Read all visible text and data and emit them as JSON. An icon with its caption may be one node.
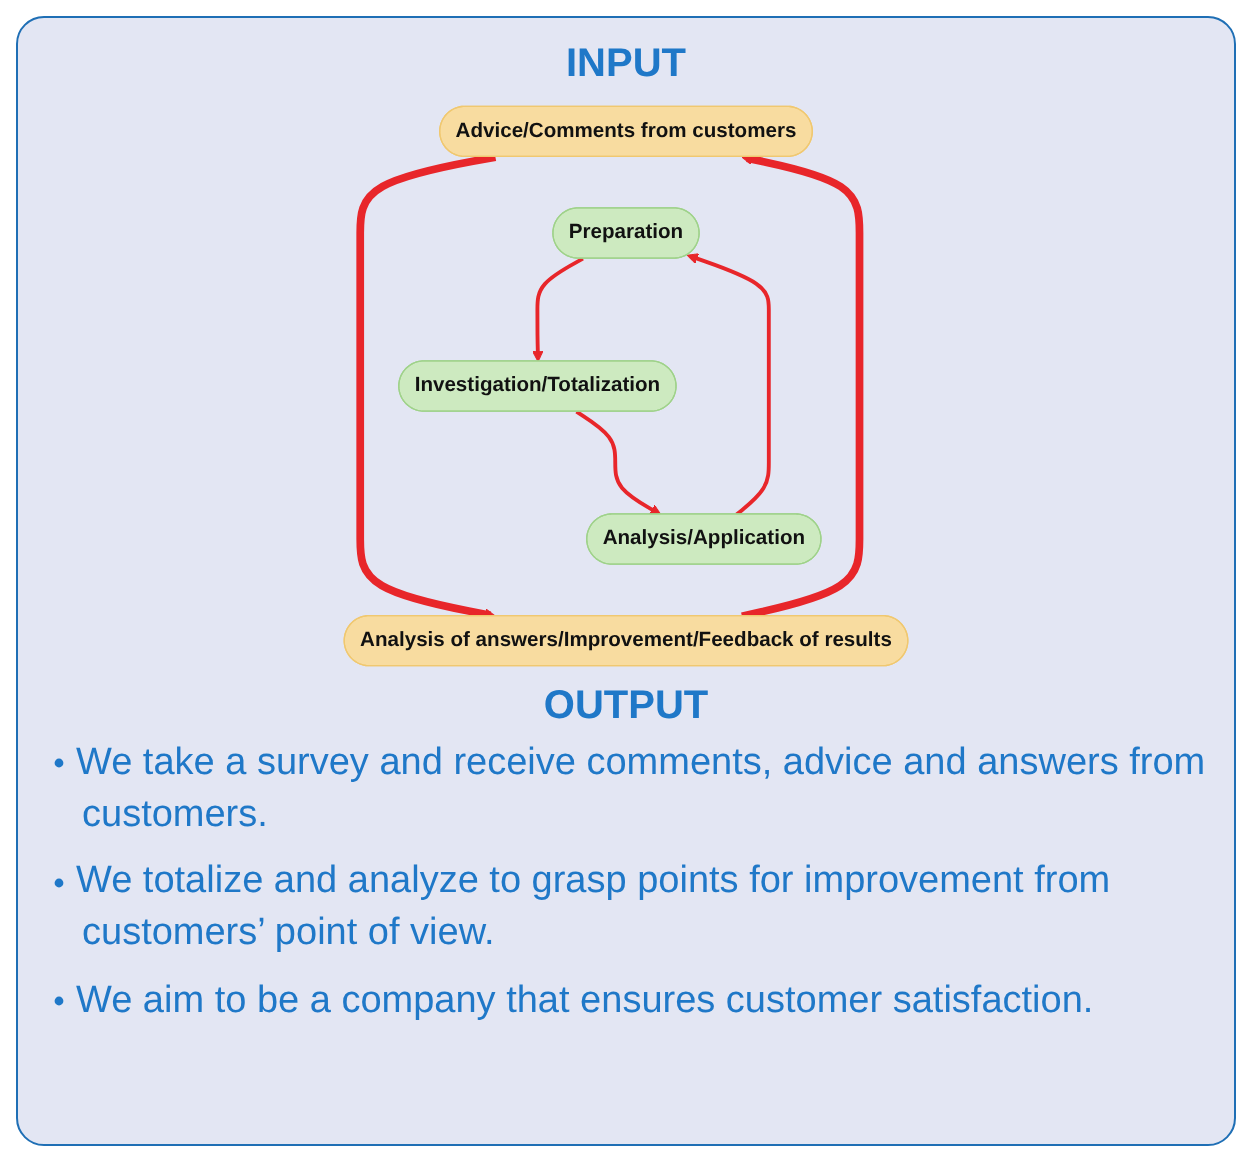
{
  "diagram": {
    "nodes": [
      {
        "text": [
          "Advice/Comments from customers"
        ]
      },
      {
        "text": [
          "Preparation"
        ]
      },
      {
        "text": [
          "Investigation/Totalization"
        ]
      },
      {
        "text": [
          "Analysis/Application"
        ]
      },
      {
        "text": [
          "Analysis of answers/Improvement/Feedback of results"
        ]
      }
    ],
    "edges": [
      {
        "from": 0,
        "to": 4,
        "arrow": "to",
        "style": "thick"
      },
      {
        "from": 4,
        "to": 0,
        "arrow": "to",
        "style": "thick"
      },
      {
        "from": 1,
        "to": 2,
        "arrow": "to"
      },
      {
        "from": 2,
        "to": 3,
        "arrow": "to"
      },
      {
        "from": 3,
        "to": 1,
        "arrow": "to"
      }
    ],
    "labels": [
      "INPUT",
      "OUTPUT",
      "We take a survey and receive comments, advice and answers from customers.",
      "We totalize and analyze to grasp points for improvement from customers’ point of view.",
      "We aim to be a company that ensures customer satisfaction."
    ]
  }
}
